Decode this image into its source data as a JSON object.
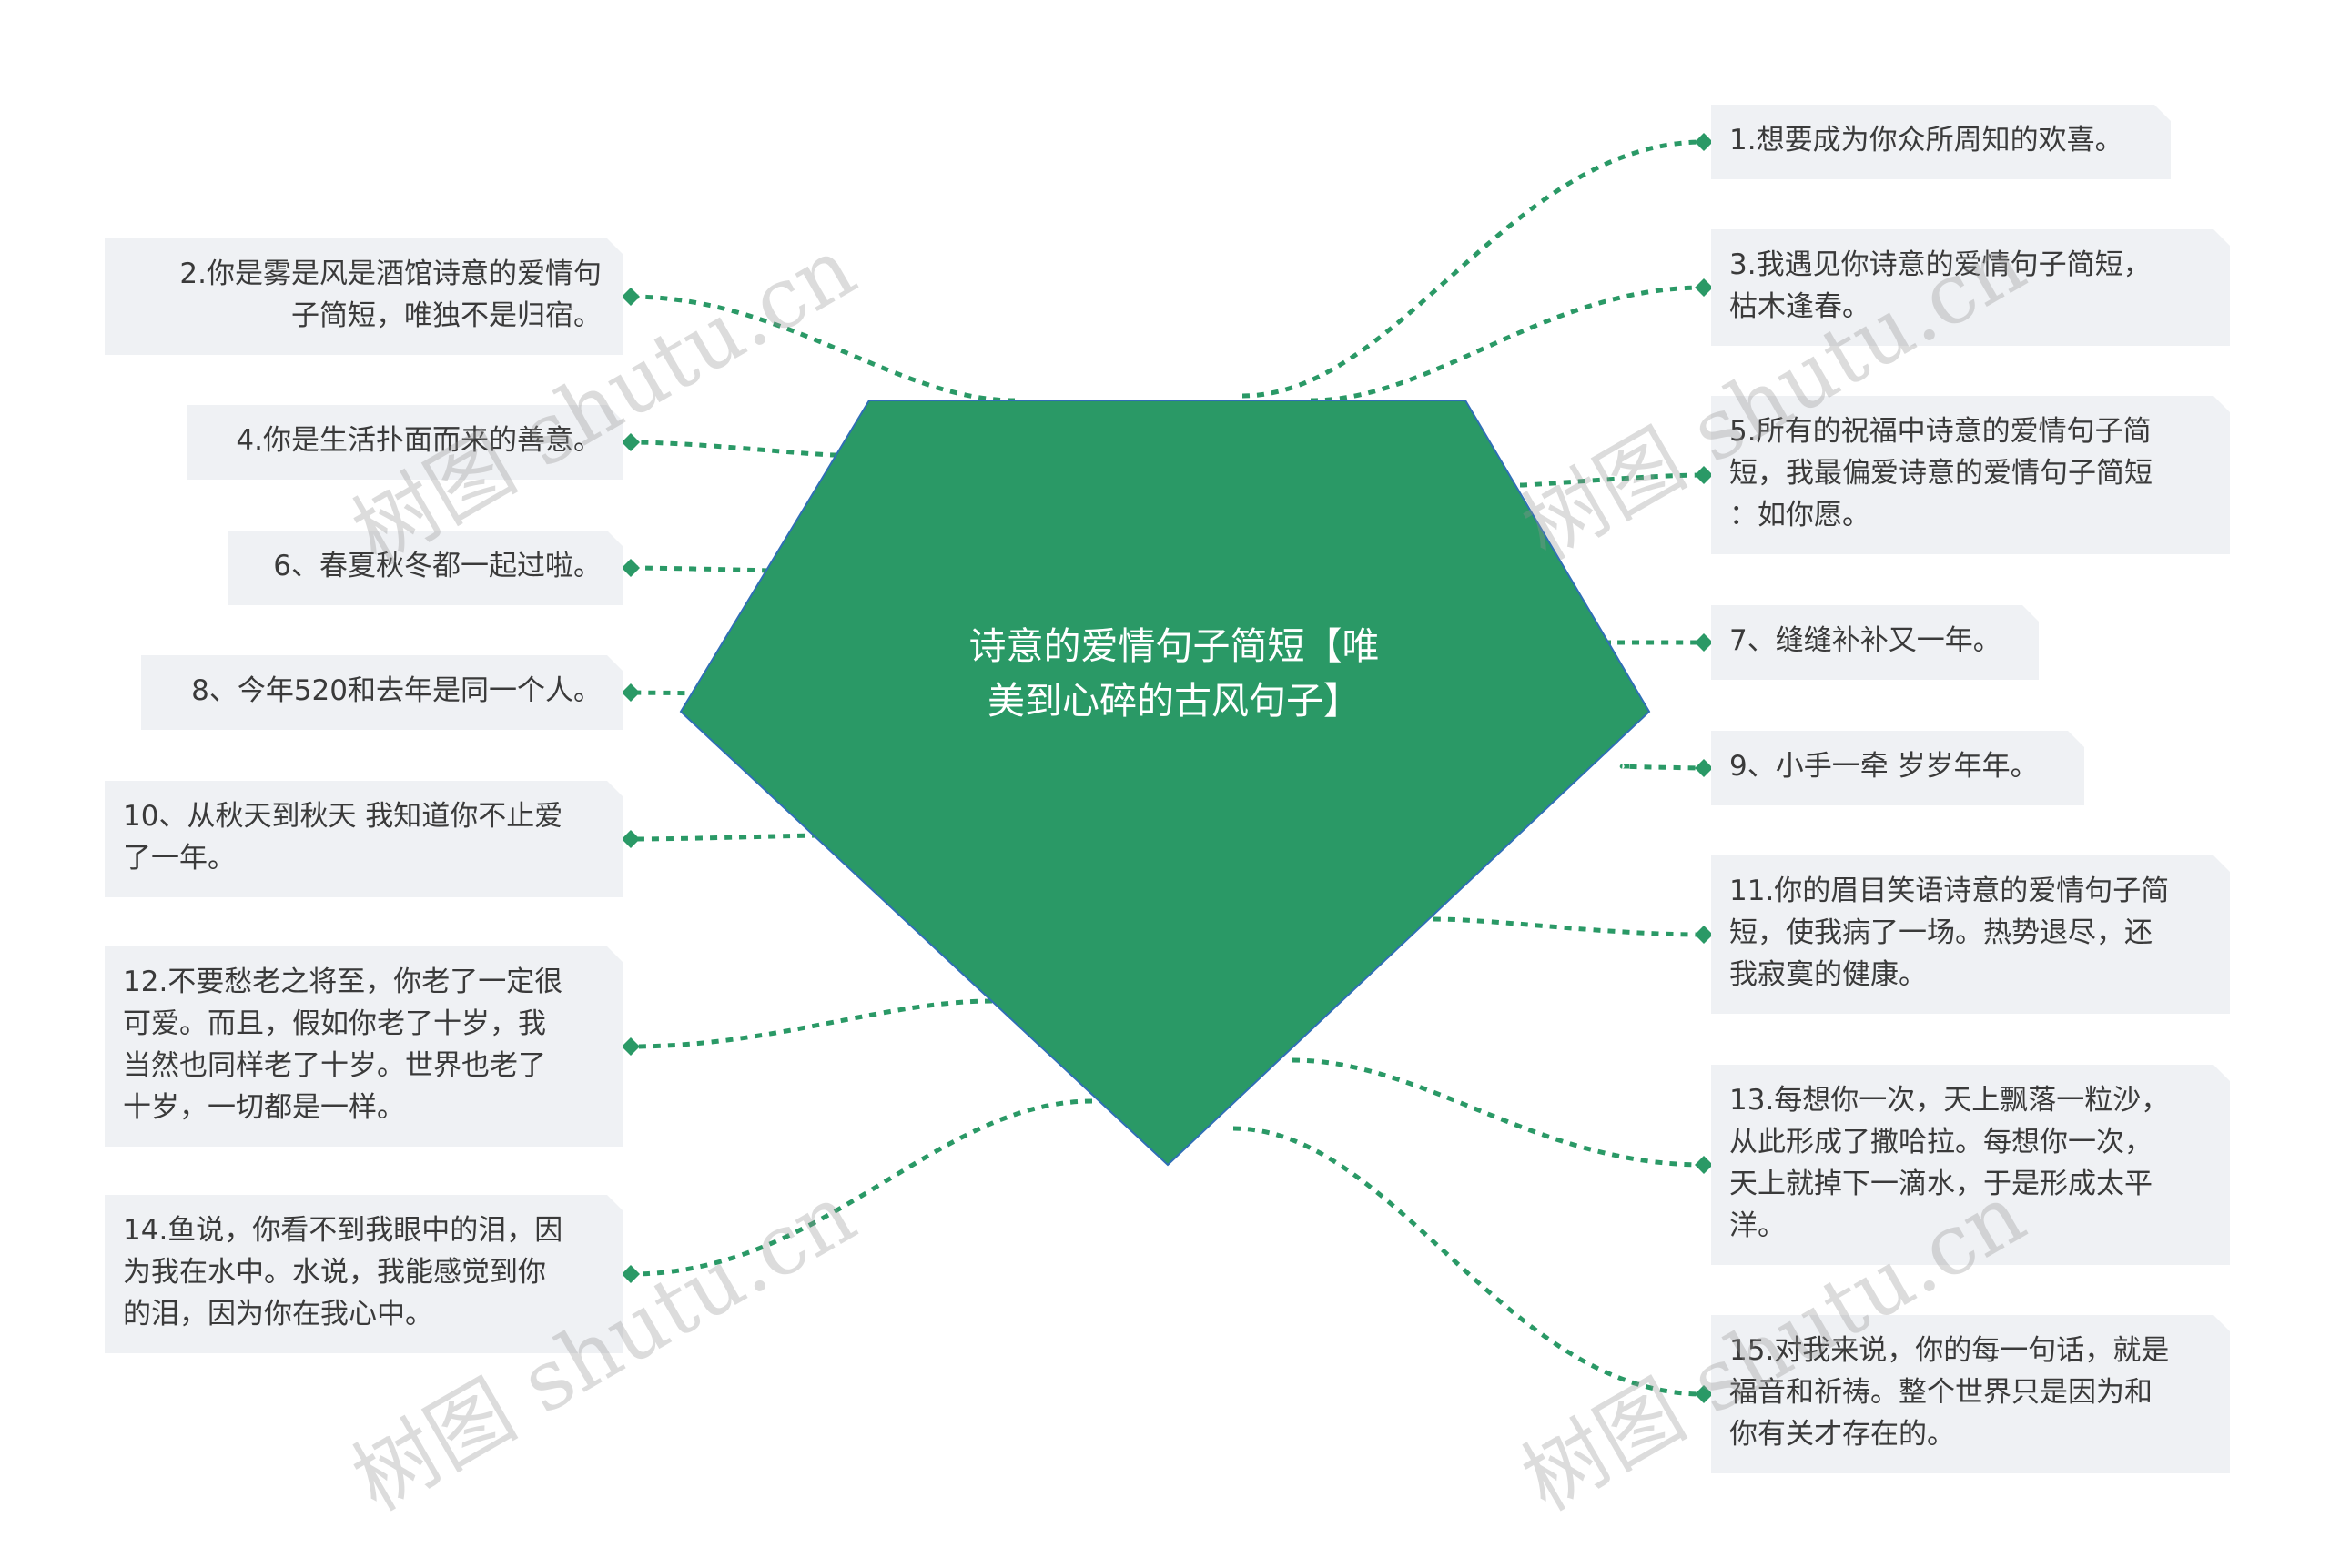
{
  "center": {
    "title": "诗意的爱情句子简短【唯\n美到心碎的古风句子】",
    "color": "#2a9966",
    "border": "#2f6fb5"
  },
  "link_color": "#2a9966",
  "node_bg": "#eff1f4",
  "left_nodes": [
    {
      "text": "2.你是雾是风是酒馆诗意的爱情句\n子简短，唯独不是归宿。"
    },
    {
      "text": "4.你是生活扑面而来的善意。"
    },
    {
      "text": "6、春夏秋冬都一起过啦。"
    },
    {
      "text": "8、今年520和去年是同一个人。"
    },
    {
      "text": "10、从秋天到秋天 我知道你不止爱\n了一年。"
    },
    {
      "text": "12.不要愁老之将至，你老了一定很\n可爱。而且，假如你老了十岁，我\n当然也同样老了十岁。世界也老了\n十岁，一切都是一样。"
    },
    {
      "text": "14.鱼说，你看不到我眼中的泪，因\n为我在水中。水说，我能感觉到你\n的泪，因为你在我心中。"
    }
  ],
  "right_nodes": [
    {
      "text": "1.想要成为你众所周知的欢喜。"
    },
    {
      "text": "3.我遇见你诗意的爱情句子简短，\n枯木逢春。"
    },
    {
      "text": "5.所有的祝福中诗意的爱情句子简\n短，我最偏爱诗意的爱情句子简短\n：如你愿。"
    },
    {
      "text": "7、缝缝补补又一年。"
    },
    {
      "text": "9、小手一牵 岁岁年年。"
    },
    {
      "text": "11.你的眉目笑语诗意的爱情句子简\n短，使我病了一场。热势退尽，还\n我寂寞的健康。"
    },
    {
      "text": "13.每想你一次，天上飘落一粒沙，\n从此形成了撒哈拉。每想你一次，\n天上就掉下一滴水，于是形成太平\n洋。"
    },
    {
      "text": "15.对我来说，你的每一句话，就是\n福音和祈祷。整个世界只是因为和\n你有关才存在的。"
    }
  ],
  "watermark": "树图 shutu.cn"
}
